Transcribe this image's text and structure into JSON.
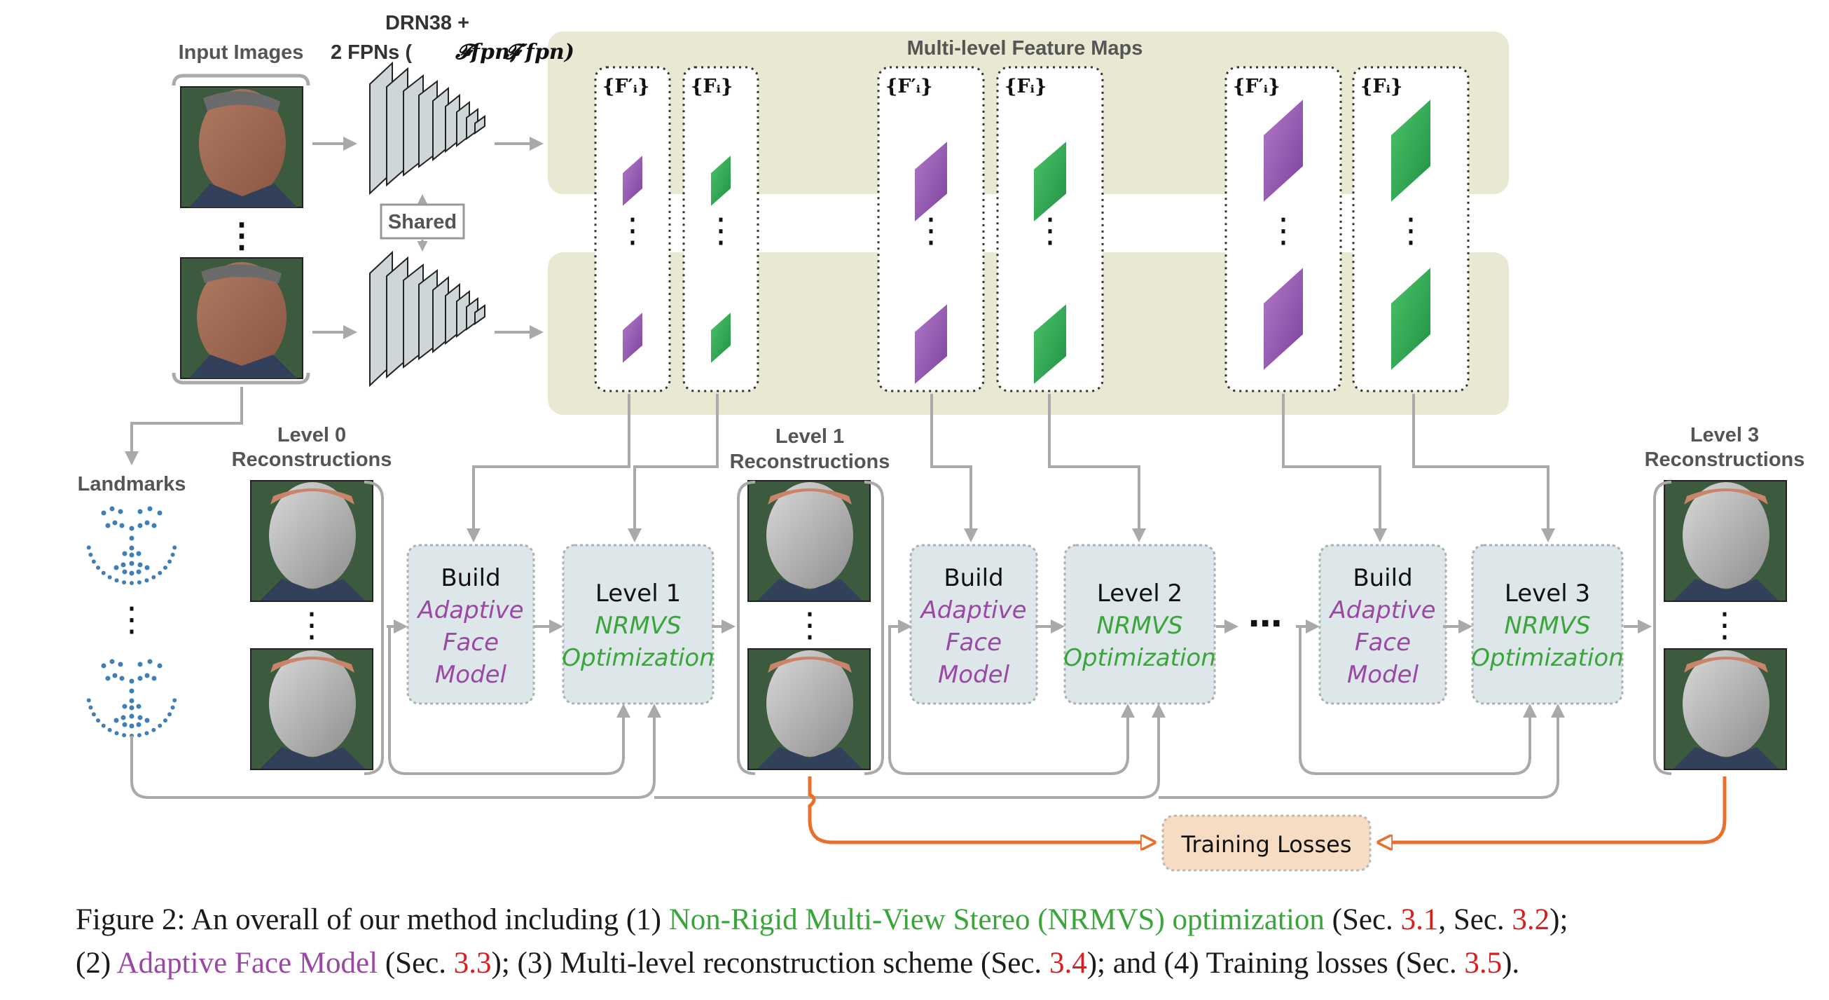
{
  "labels": {
    "input_images": "Input Images",
    "backbone_line1": "DRN38 +",
    "backbone_line2": "2 FPNs (",
    "fpn_symbol": "𝓕",
    "fpn_a": "𝓕fpn,",
    "fpn_b": "𝓕′fpn)",
    "shared": "Shared",
    "feature_maps_title": "Multi-level Feature Maps",
    "f_prime": "{F′ᵢ}",
    "f": "{Fᵢ}",
    "landmarks": "Landmarks",
    "level0_line1": "Level 0",
    "level0_line2": "Reconstructions",
    "level1_line1": "Level 1",
    "level1_line2": "Reconstructions",
    "level3_line1": "Level 3",
    "level3_line2": "Reconstructions",
    "training_losses": "Training Losses"
  },
  "blocks": {
    "build": {
      "line1": "Build",
      "line2": "Adaptive",
      "line3": "Face",
      "line4": "Model"
    },
    "level1": {
      "line1": "Level 1",
      "line2": "NRMVS",
      "line3": "Optimization"
    },
    "level2": {
      "line1": "Level 2",
      "line2": "NRMVS",
      "line3": "Optimization"
    },
    "level3": {
      "line1": "Level 3",
      "line2": "NRMVS",
      "line3": "Optimization"
    }
  },
  "caption": {
    "line1_a": "Figure 2: An overall of our method including (1) ",
    "line1_green": "Non-Rigid Multi-View Stereo (NRMVS) optimization",
    "line1_b": " (Sec. ",
    "ref_31": "3.1",
    "line1_c": ", Sec. ",
    "ref_32": "3.2",
    "line1_d": ");",
    "line2_a": "(2) ",
    "line2_purple": "Adaptive Face Model",
    "line2_b": " (Sec. ",
    "ref_33": "3.3",
    "line2_c": "); (3) Multi-level reconstruction scheme (Sec. ",
    "ref_34": "3.4",
    "line2_d": "); and (4) Training losses (Sec. ",
    "ref_35": "3.5",
    "line2_e": ")."
  },
  "colors": {
    "panel": "#e9e8d3",
    "block": "#dde7ea",
    "loss_block": "#f7dcc4",
    "arrow": "#a9a9a9",
    "orange": "#e8702a",
    "green": "#3aa63a",
    "purple": "#9b47a6",
    "landmark": "#3f7fb8"
  }
}
